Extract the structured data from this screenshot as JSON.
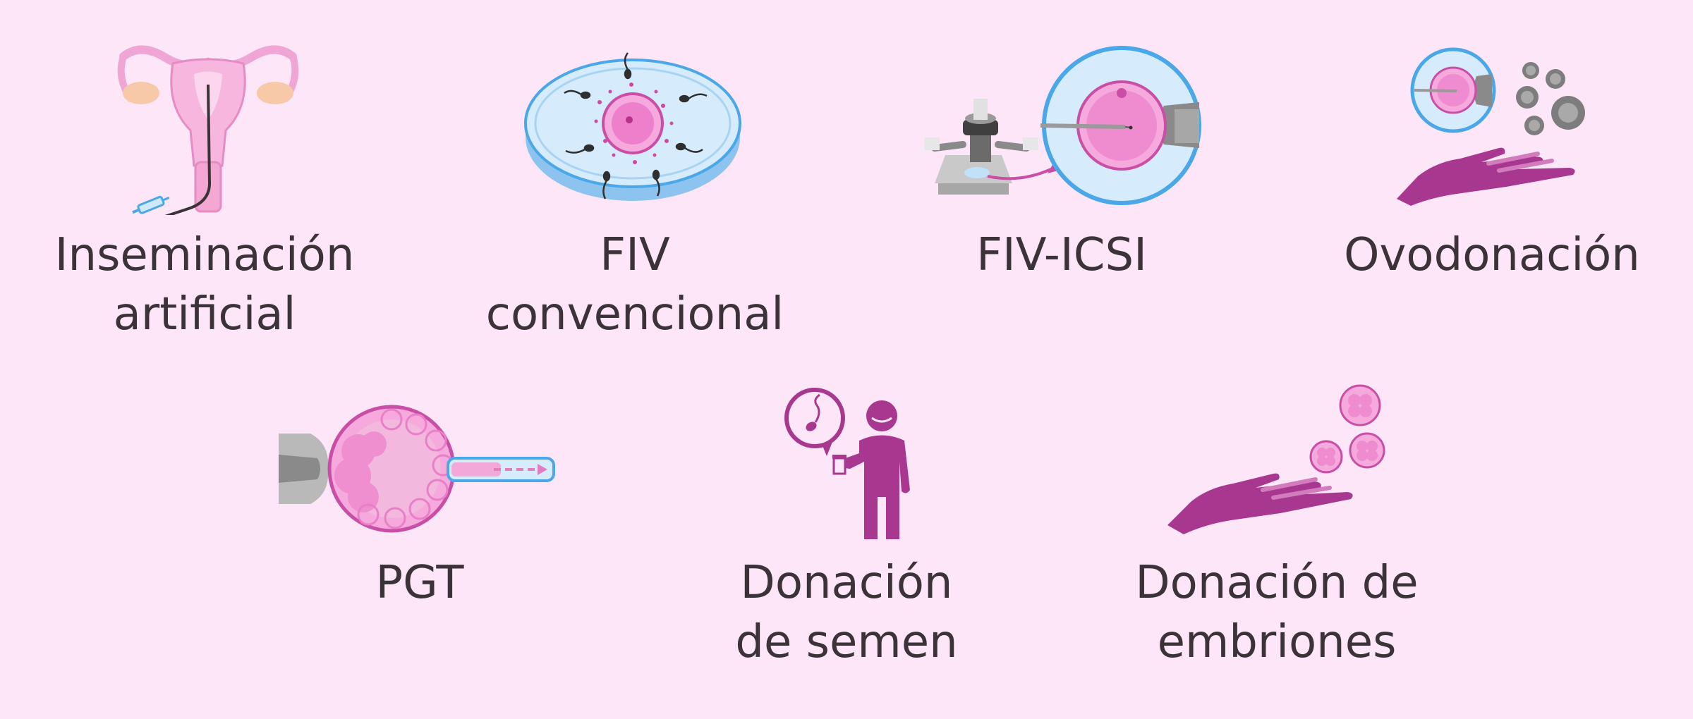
{
  "items": [
    {
      "id": "inseminacion",
      "lines": [
        "Inseminación",
        "artificial"
      ],
      "icon": "uterus-syringe-icon"
    },
    {
      "id": "fiv",
      "lines": [
        "FIV",
        "convencional"
      ],
      "icon": "petri-dish-egg-sperm-icon"
    },
    {
      "id": "icsi",
      "lines": [
        "FIV-ICSI"
      ],
      "icon": "microscope-injection-icon"
    },
    {
      "id": "ovodonacion",
      "lines": [
        "Ovodonación"
      ],
      "icon": "hand-oocytes-icon"
    },
    {
      "id": "pgt",
      "lines": [
        "PGT"
      ],
      "icon": "embryo-biopsy-icon"
    },
    {
      "id": "semen",
      "lines": [
        "Donación",
        "de semen"
      ],
      "icon": "man-sperm-icon"
    },
    {
      "id": "embriones",
      "lines": [
        "Donación de",
        "embriones"
      ],
      "icon": "hand-embryos-icon"
    }
  ],
  "colors": {
    "background": "#fde6f8",
    "text": "#3b3338",
    "magenta": "#a8388f",
    "pink": "#f28fcf",
    "light_blue": "#cfe9fb",
    "blue": "#4aa7e8",
    "gray": "#8a8a8a"
  }
}
